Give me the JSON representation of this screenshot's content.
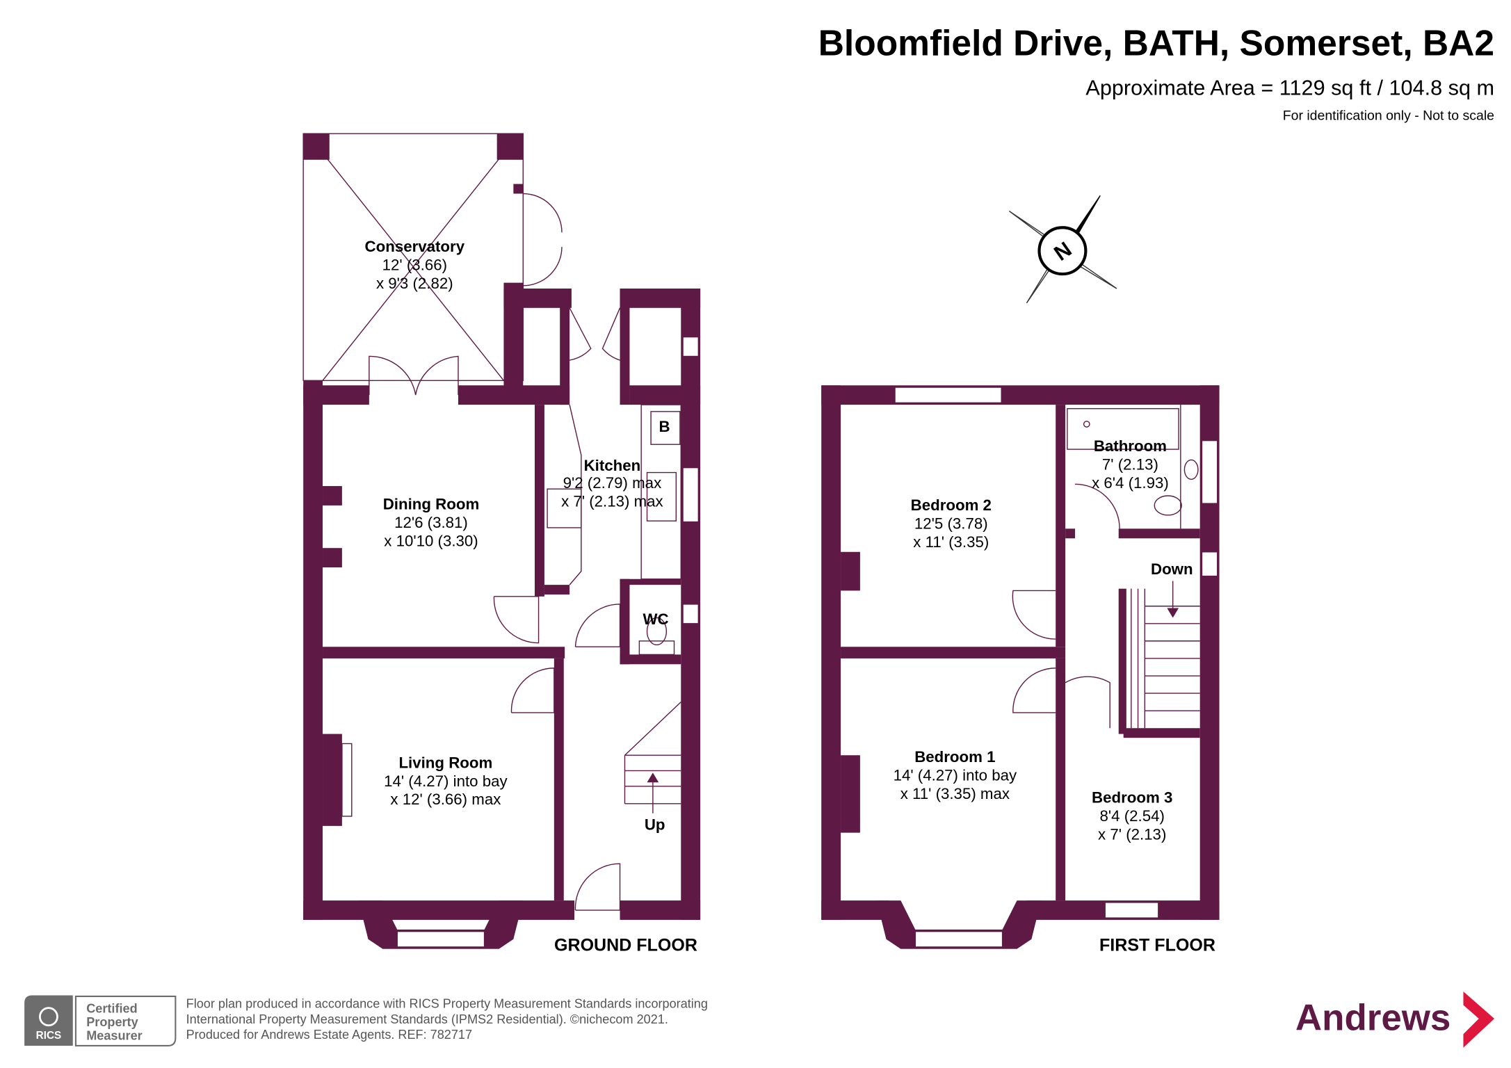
{
  "header": {
    "title": "Bloomfield Drive, BATH, Somerset, BA2",
    "area": "Approximate Area = 1129 sq ft / 104.8 sq m",
    "note": "For identification only - Not to scale"
  },
  "compass": {
    "label": "N"
  },
  "ground_floor": {
    "label": "GROUND FLOOR",
    "rooms": [
      {
        "name": "Conservatory",
        "dim1": "12' (3.66)",
        "dim2": "x 9'3 (2.82)"
      },
      {
        "name": "Dining Room",
        "dim1": "12'6 (3.81)",
        "dim2": "x 10'10 (3.30)"
      },
      {
        "name": "Kitchen",
        "dim1": "9'2 (2.79) max",
        "dim2": "x 7' (2.13) max"
      },
      {
        "name": "Living Room",
        "dim1": "14' (4.27) into bay",
        "dim2": "x 12' (3.66) max"
      },
      {
        "name": "WC"
      }
    ],
    "boiler": "B",
    "stairs": "Up"
  },
  "first_floor": {
    "label": "FIRST FLOOR",
    "rooms": [
      {
        "name": "Bedroom 2",
        "dim1": "12'5 (3.78)",
        "dim2": "x 11' (3.35)"
      },
      {
        "name": "Bathroom",
        "dim1": "7' (2.13)",
        "dim2": "x 6'4 (1.93)"
      },
      {
        "name": "Bedroom 1",
        "dim1": "14' (4.27) into bay",
        "dim2": "x 11' (3.35) max"
      },
      {
        "name": "Bedroom 3",
        "dim1": "8'4 (2.54)",
        "dim2": "x 7' (2.13)"
      }
    ],
    "stairs": "Down"
  },
  "footer": {
    "badge": {
      "rics": "RICS",
      "line1": "Certified",
      "line2": "Property",
      "line3": "Measurer"
    },
    "lines": [
      "Floor plan produced in accordance with RICS Property Measurement Standards incorporating",
      "International Property Measurement Standards (IPMS2 Residential).   ©nichecom 2021.",
      "Produced for Andrews Estate Agents.   REF:   782717"
    ],
    "brand": "Andrews",
    "brand_color": "#e0173c",
    "wall_color": "#5e1a45"
  }
}
